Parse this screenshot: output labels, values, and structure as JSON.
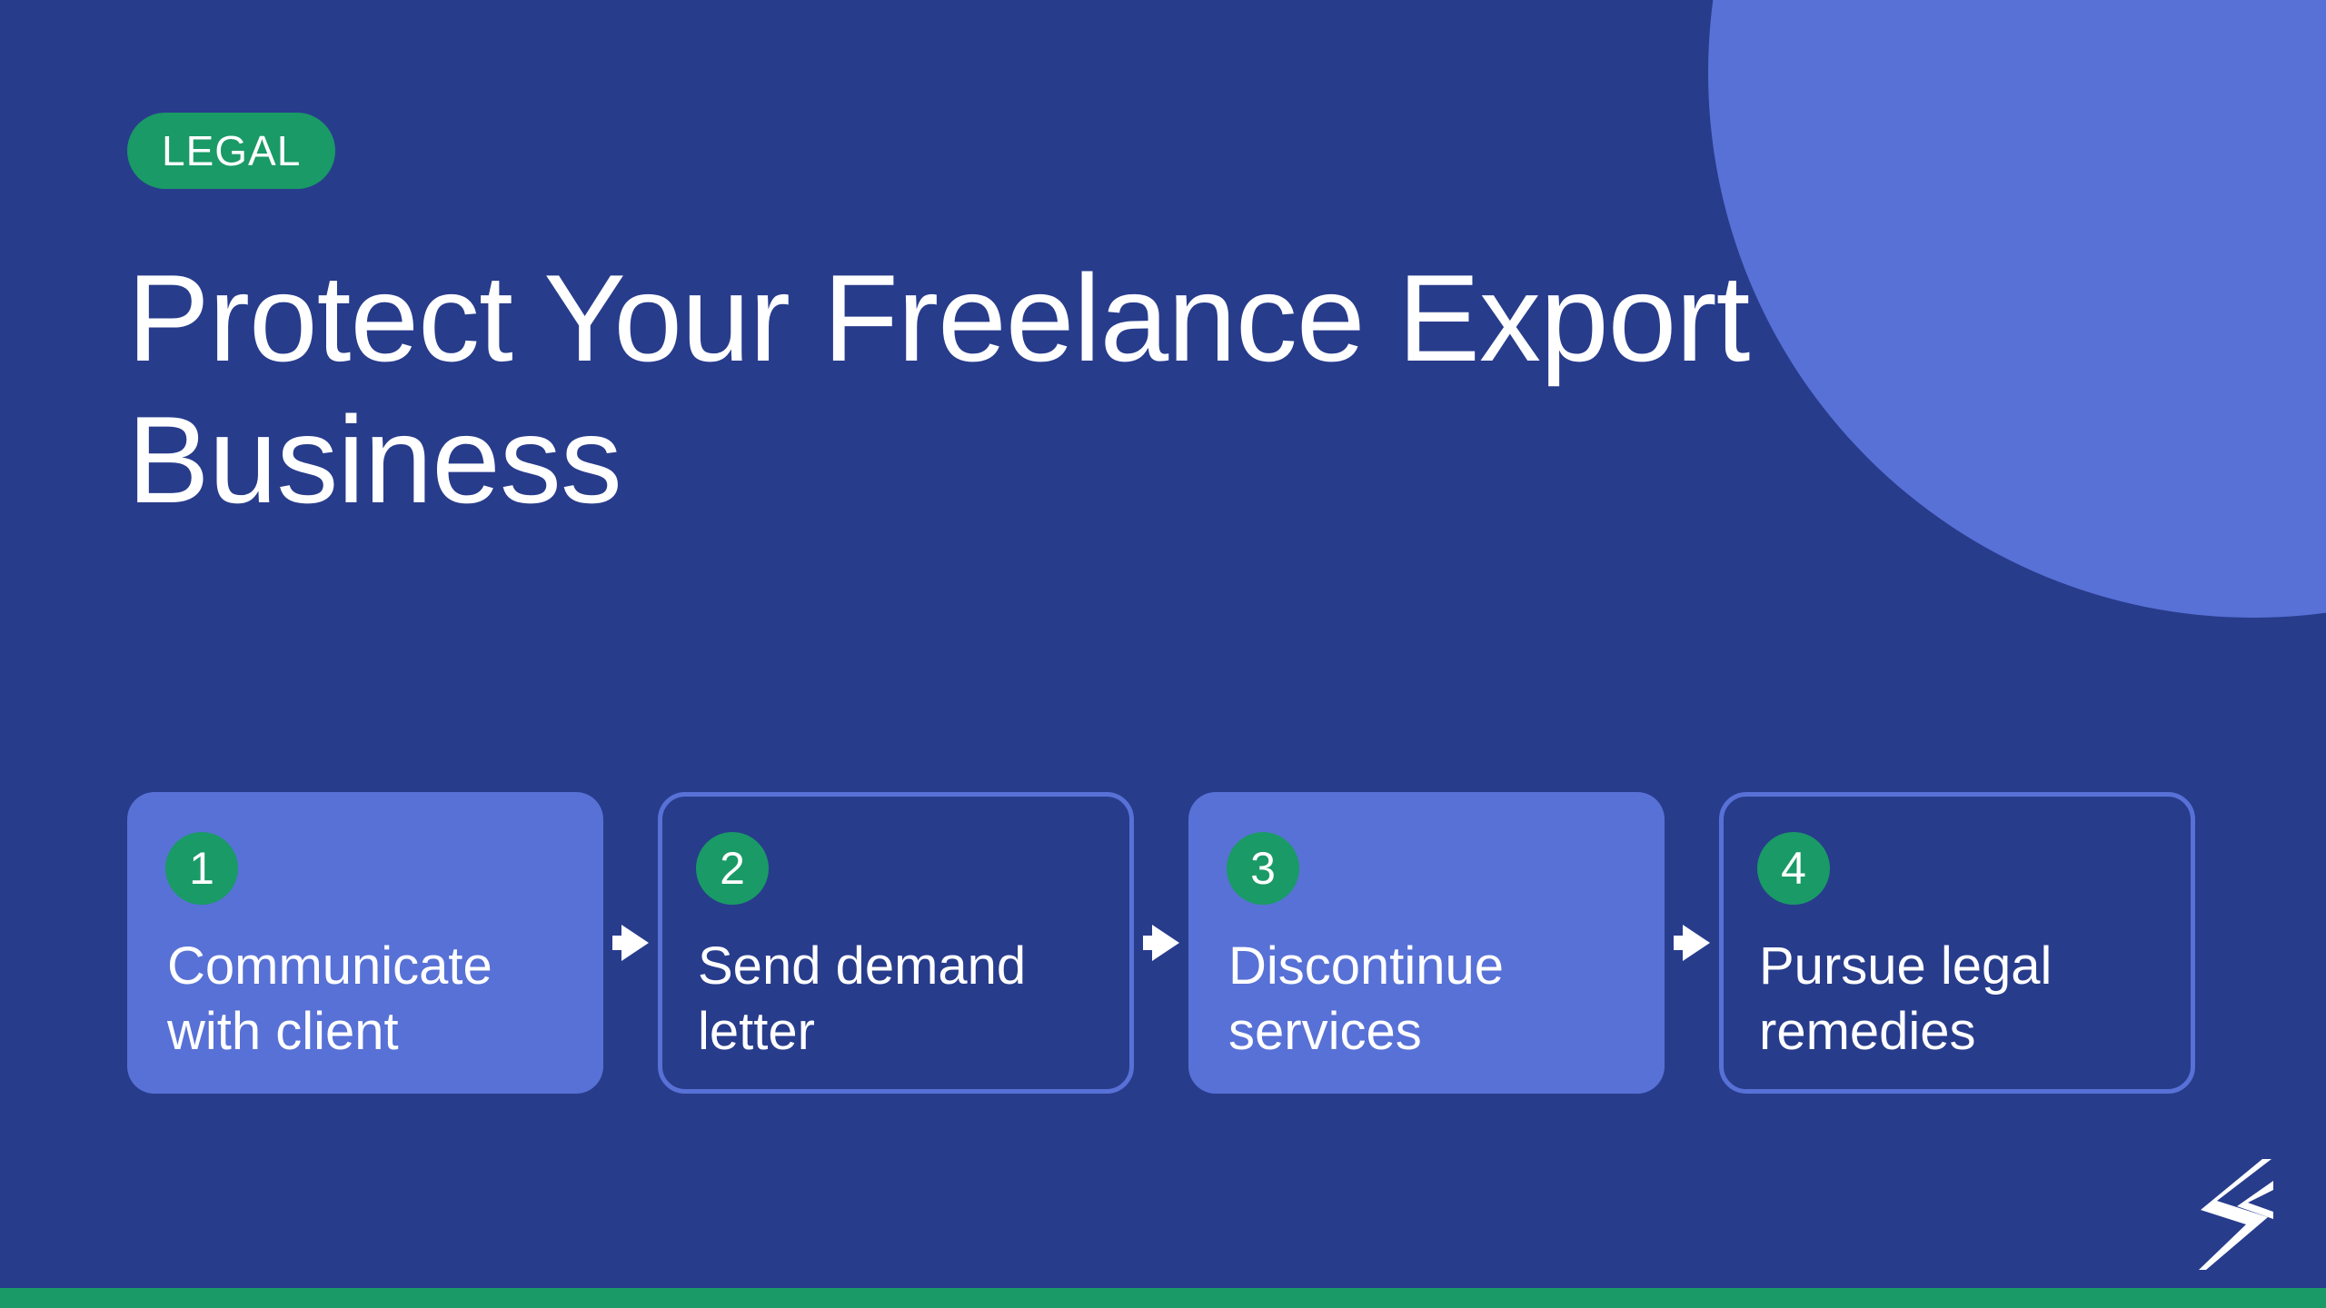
{
  "slide": {
    "badge": "LEGAL",
    "title": "Protect Your Freelance Export Business"
  },
  "steps": [
    {
      "number": "1",
      "label": "Communicate with client"
    },
    {
      "number": "2",
      "label": "Send demand letter"
    },
    {
      "number": "3",
      "label": "Discontinue services"
    },
    {
      "number": "4",
      "label": "Pursue legal remedies"
    }
  ],
  "colors": {
    "background": "#283c8c",
    "accent_blue": "#5871d6",
    "accent_green": "#1a9a66",
    "text": "#ffffff"
  },
  "icons": {
    "arrow": "arrow-right-icon",
    "logo": "brand-logo-icon"
  }
}
